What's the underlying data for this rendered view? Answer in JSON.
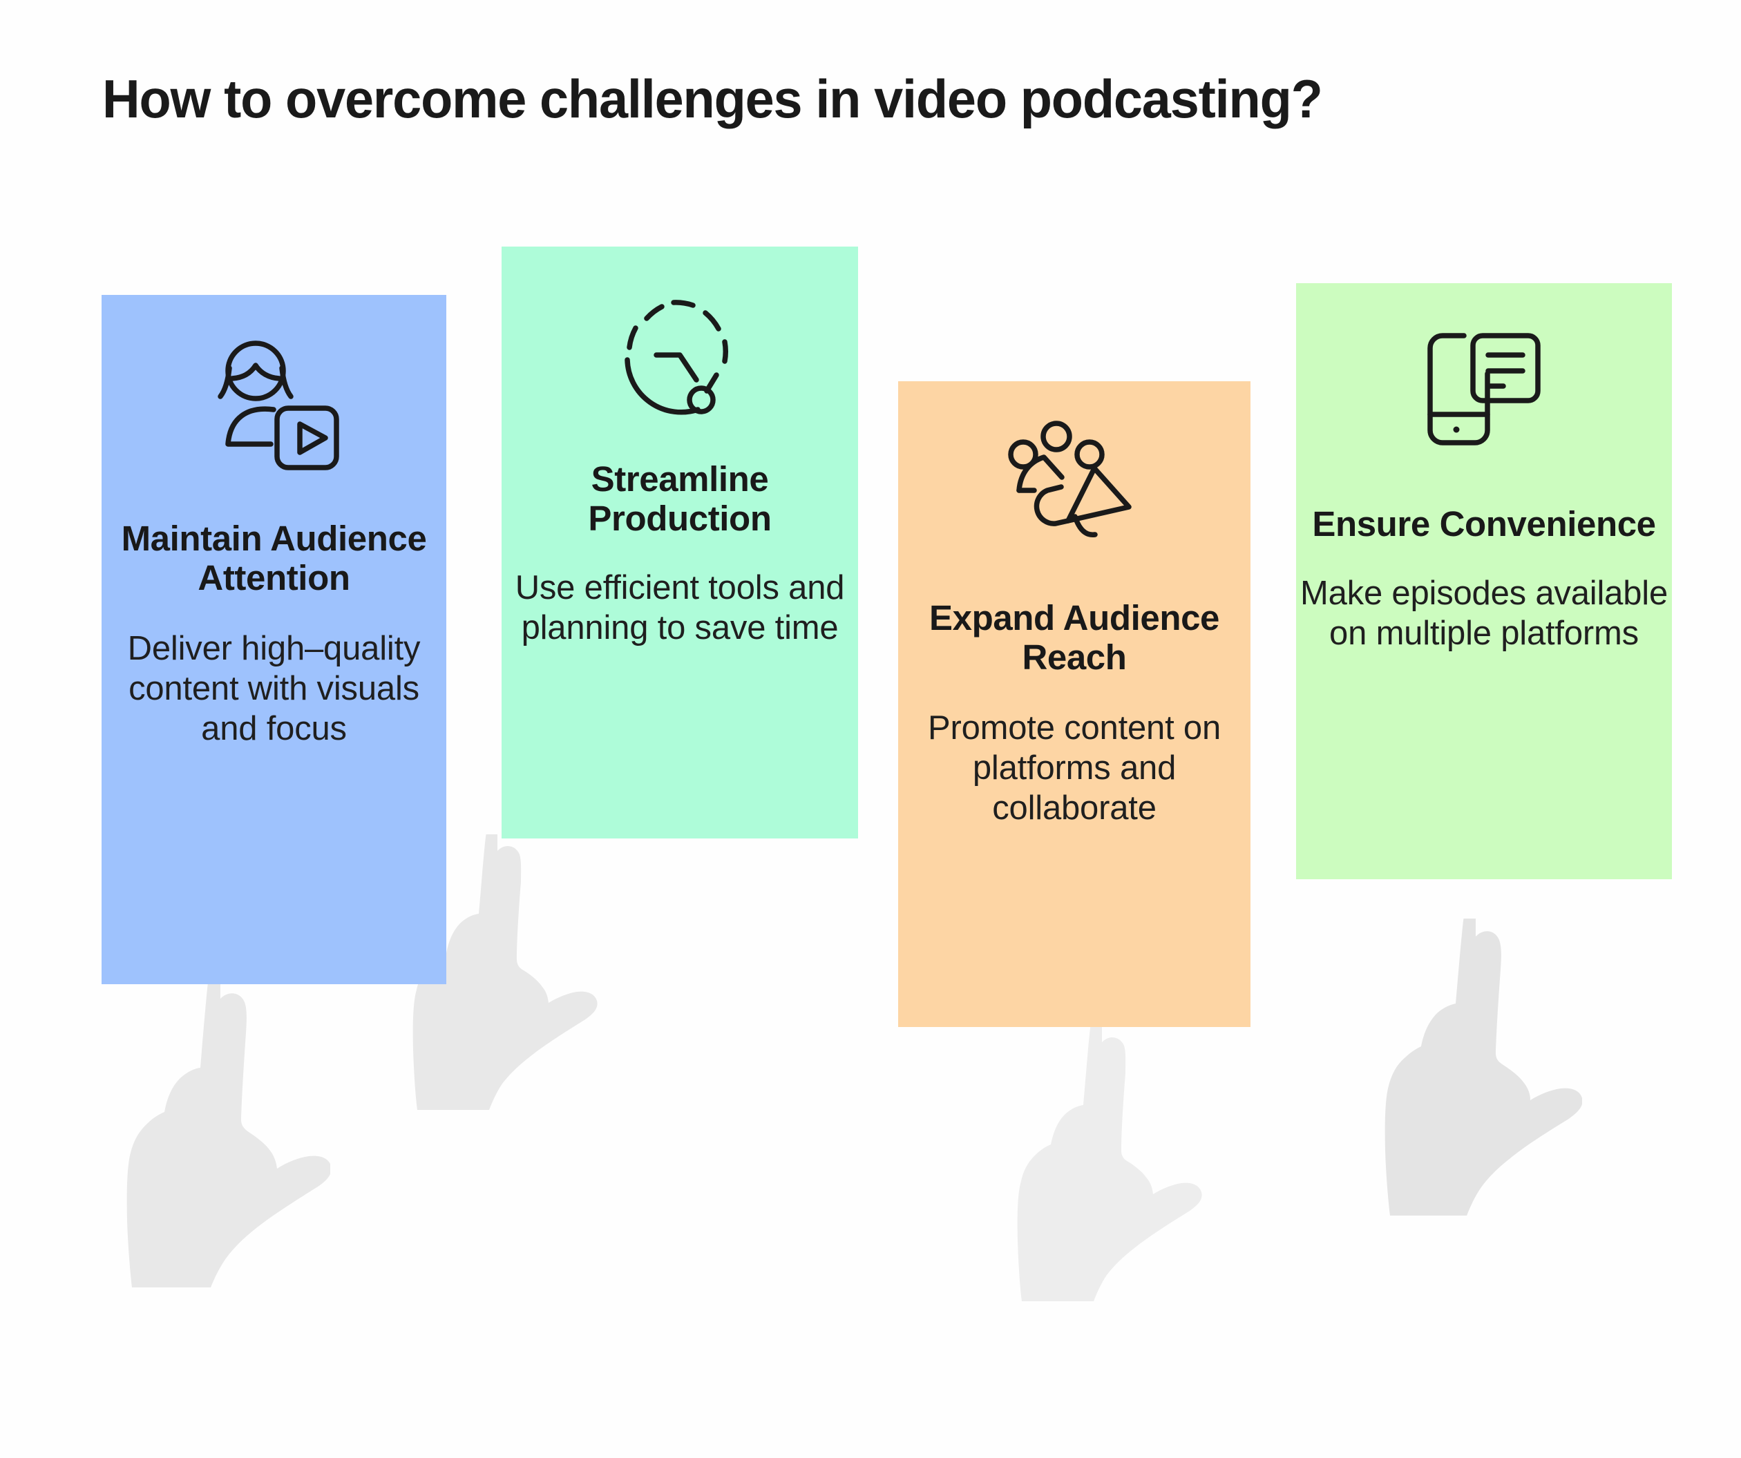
{
  "page": {
    "title": "How to overcome challenges in video podcasting?",
    "background_color": "#FFFFFF",
    "title_color": "#1A1A1A"
  },
  "cards": [
    {
      "id": "card-1",
      "icon": "person-video-play-icon",
      "heading": "Maintain Audience Attention",
      "body": "Deliver high–quality content with visuals and focus",
      "background_color": "#9EC2FD",
      "text_color": "#191919"
    },
    {
      "id": "card-2",
      "icon": "clock-timer-icon",
      "heading": "Streamline Production",
      "body": "Use efficient tools and planning to save time",
      "background_color": "#AEFCD9",
      "text_color": "#191919"
    },
    {
      "id": "card-3",
      "icon": "megaphone-audience-icon",
      "heading": "Expand Audience Reach",
      "body": "Promote content on platforms and collaborate",
      "background_color": "#FDD5A4",
      "text_color": "#191919"
    },
    {
      "id": "card-4",
      "icon": "mobile-document-icon",
      "heading": "Ensure Convenience",
      "body": "Make episodes available on multiple platforms",
      "background_color": "#CCFCBF",
      "text_color": "#191919"
    }
  ],
  "decoration": {
    "hands": [
      {
        "name": "pointing-hand-1",
        "color": "#E8E8E8"
      },
      {
        "name": "pointing-hand-2",
        "color": "#E8E8E8"
      },
      {
        "name": "pointing-hand-3",
        "color": "#EDEDED"
      },
      {
        "name": "pointing-hand-4",
        "color": "#E4E4E4"
      }
    ]
  }
}
